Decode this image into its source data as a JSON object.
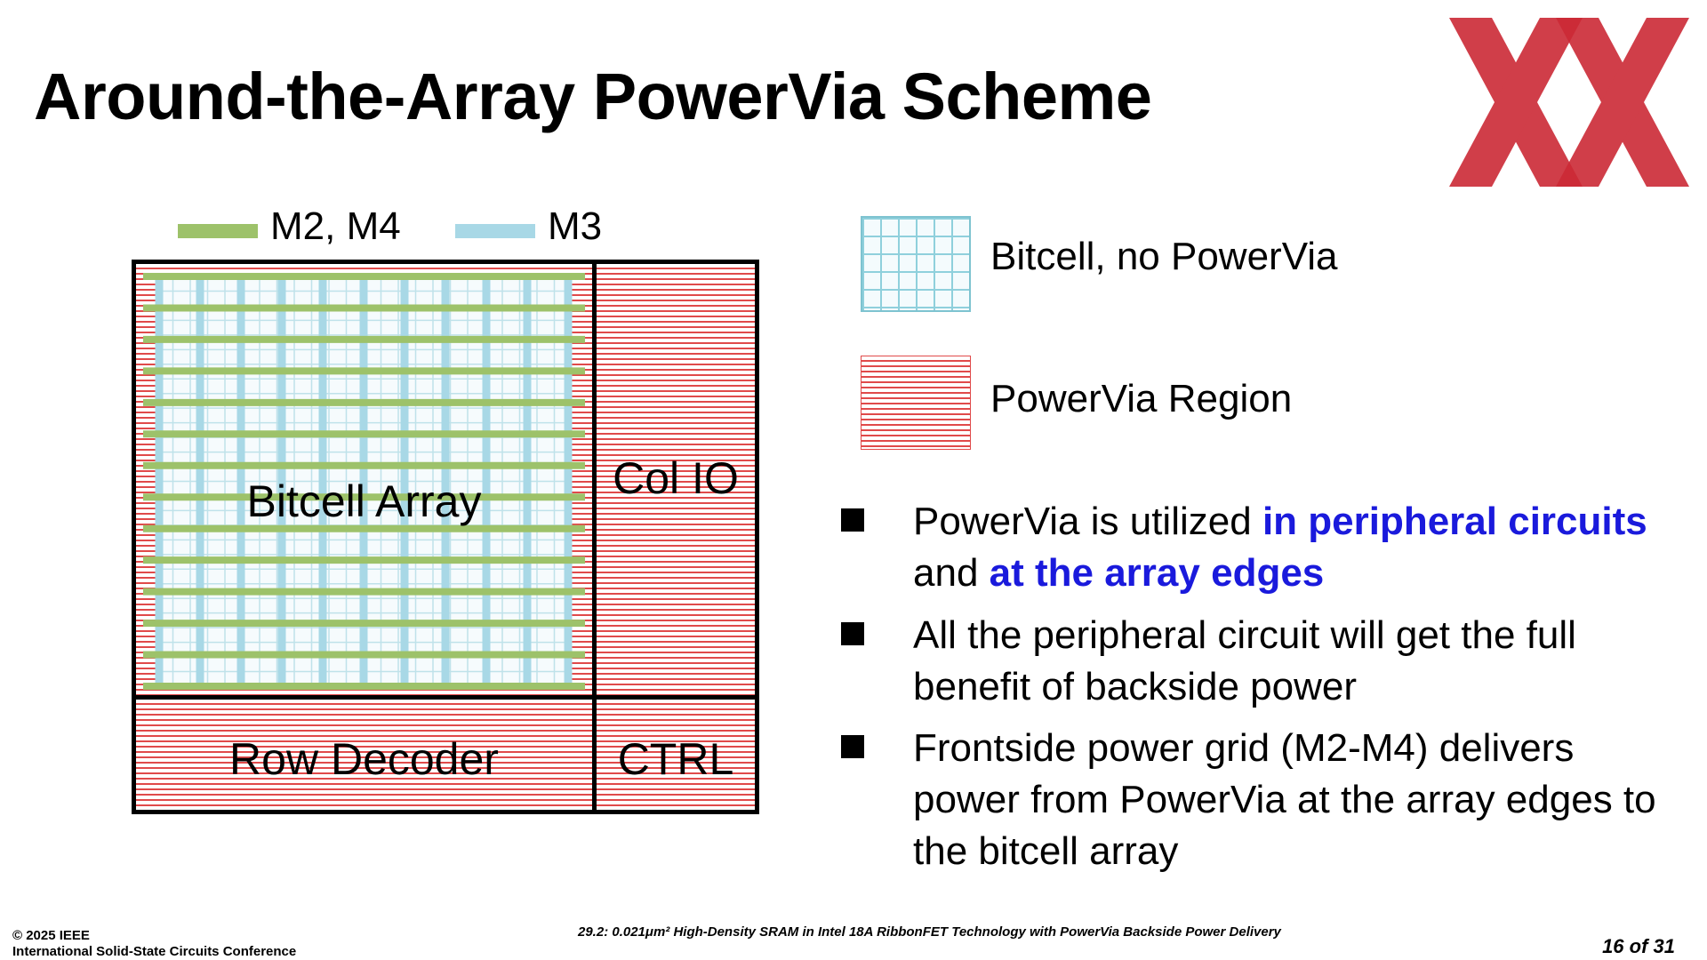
{
  "slide": {
    "title": "Around-the-Array PowerVia Scheme"
  },
  "colors": {
    "m2_m4_line": "#9dc26a",
    "m3_line": "#a8d8e6",
    "powervia_stripe": "#e04a4a",
    "highlight_text": "#1a1adc",
    "logo": "#cc2a36"
  },
  "diagram": {
    "legend": {
      "m2_m4_label": "M2, M4",
      "m3_label": "M3"
    },
    "bitcell_array_label": "Bitcell Array",
    "col_io_label": "Col IO",
    "row_decoder_label": "Row Decoder",
    "ctrl_label": "CTRL"
  },
  "legend": {
    "bitcell_label": "Bitcell, no PowerVia",
    "powervia_label": "PowerVia Region"
  },
  "bullets": [
    {
      "segments": [
        {
          "text": "PowerVia is utilized ",
          "highlight": false
        },
        {
          "text": "in peripheral circuits",
          "highlight": true
        },
        {
          "text": " and ",
          "highlight": false
        },
        {
          "text": "at the array edges",
          "highlight": true
        }
      ]
    },
    {
      "segments": [
        {
          "text": "All the peripheral circuit will get the full benefit of backside power",
          "highlight": false
        }
      ]
    },
    {
      "segments": [
        {
          "text": "Frontside power grid (M2-M4) delivers power from PowerVia at the array edges to the bitcell array",
          "highlight": false
        }
      ]
    }
  ],
  "footer": {
    "copyright": "© 2025 IEEE",
    "conference": "International Solid-State Circuits Conference",
    "paper_title": "29.2: 0.021μm² High-Density SRAM in Intel 18A RibbonFET Technology with PowerVia Backside Power Delivery",
    "page": "16 of 31"
  }
}
